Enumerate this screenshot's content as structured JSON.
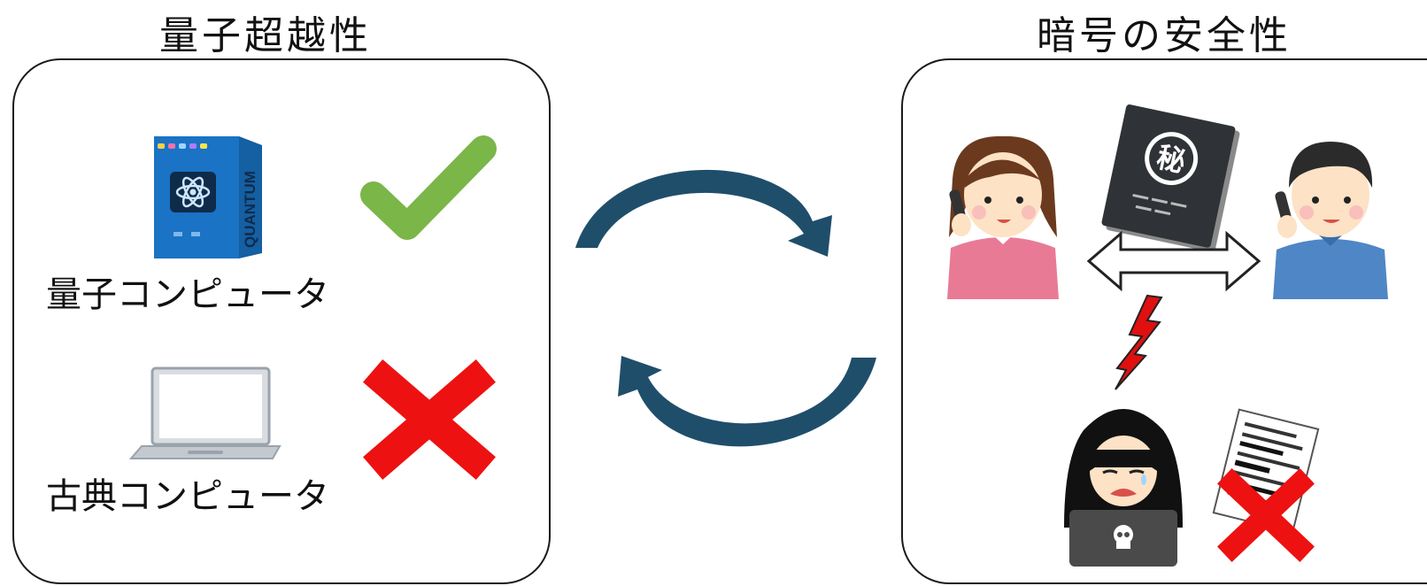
{
  "left_panel": {
    "title": "量子超越性",
    "quantum_label": "量子コンピュータ",
    "quantum_device_text": "QUANTUM",
    "classical_label": "古典コンピュータ"
  },
  "right_panel": {
    "title": "暗号の安全性",
    "secret_mark": "秘"
  },
  "colors": {
    "check": "#7ab648",
    "cross": "#ee1111",
    "arrow": "#1f4e6b",
    "quantum_box": "#1a73c4",
    "lightning": "#e01010"
  }
}
